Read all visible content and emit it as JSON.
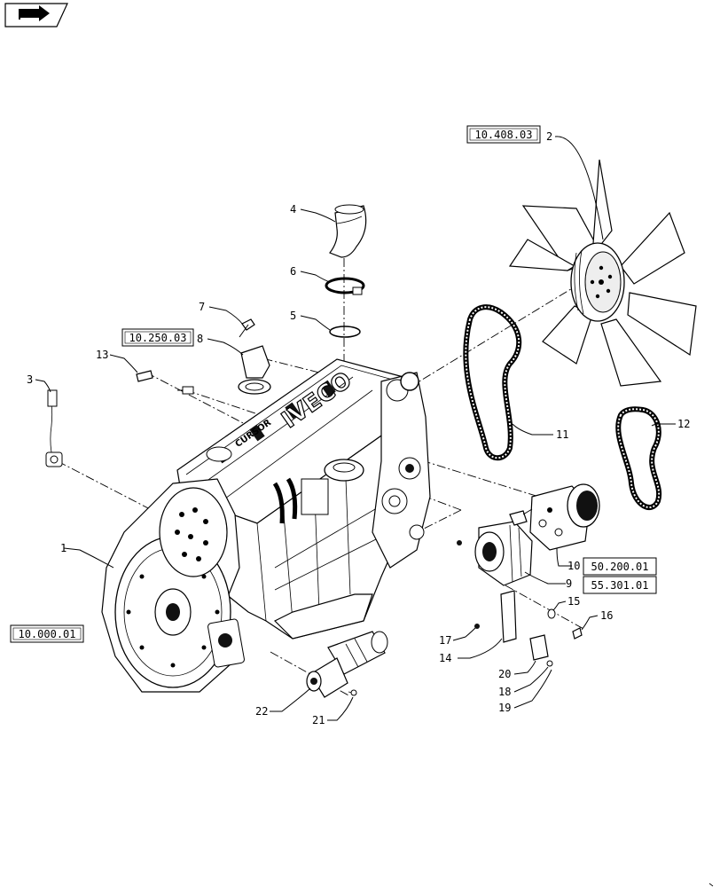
{
  "toolbar": {
    "nav_icon": "forward-arrow-icon"
  },
  "references": {
    "fan": "10.408.03",
    "filler": "10.250.03",
    "engine": "10.000.01",
    "compressor": "50.200.01",
    "alternator": "55.301.01"
  },
  "callouts": [
    "1",
    "2",
    "3",
    "4",
    "5",
    "6",
    "7",
    "8",
    "9",
    "10",
    "11",
    "12",
    "13",
    "14",
    "15",
    "16",
    "17",
    "18",
    "19",
    "20",
    "21",
    "22"
  ],
  "engine_text": {
    "brand": "IVECO",
    "cursor": "CURSOR"
  }
}
